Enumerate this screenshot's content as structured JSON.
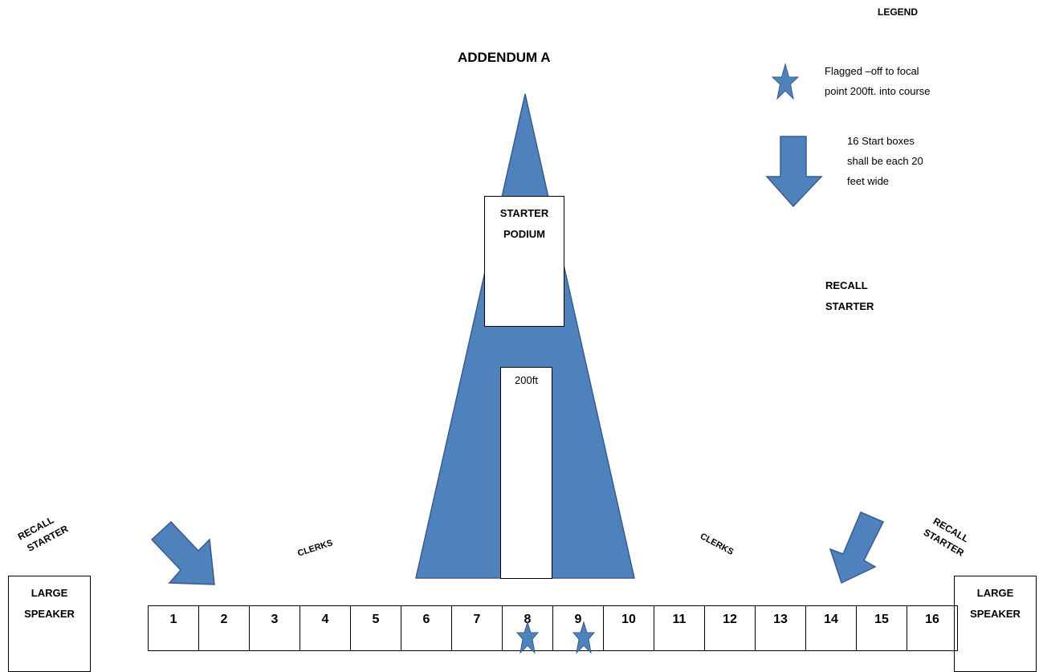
{
  "title": "ADDENDUM A",
  "legend": {
    "title": "LEGEND",
    "star_text_line1": "Flagged –off to focal",
    "star_text_line2": "point 200ft. into course",
    "arrow_text_line1": "16 Start boxes",
    "arrow_text_line2": "shall be each 20",
    "arrow_text_line3": "feet wide",
    "star_icon": "star-icon",
    "arrow_icon": "down-arrow-icon"
  },
  "podium": {
    "line1": "STARTER",
    "line2": "PODIUM"
  },
  "distance_label": "200ft",
  "recall_starter_right_top": {
    "line1": "RECALL",
    "line2": "STARTER"
  },
  "recall_starter_left": {
    "line1": "RECALL",
    "line2": "STARTER"
  },
  "recall_starter_right": {
    "line1": "RECALL",
    "line2": "STARTER"
  },
  "clerks_left": "CLERKS",
  "clerks_right": "CLERKS",
  "speaker_left": {
    "line1": "LARGE",
    "line2": "SPEAKER"
  },
  "speaker_right": {
    "line1": "LARGE",
    "line2": "SPEAKER"
  },
  "start_boxes": [
    "1",
    "2",
    "3",
    "4",
    "5",
    "6",
    "7",
    "8",
    "9",
    "10",
    "11",
    "12",
    "13",
    "14",
    "15",
    "16"
  ],
  "colors": {
    "accent": "#4f81bd",
    "accent_dark": "#385d8a"
  }
}
